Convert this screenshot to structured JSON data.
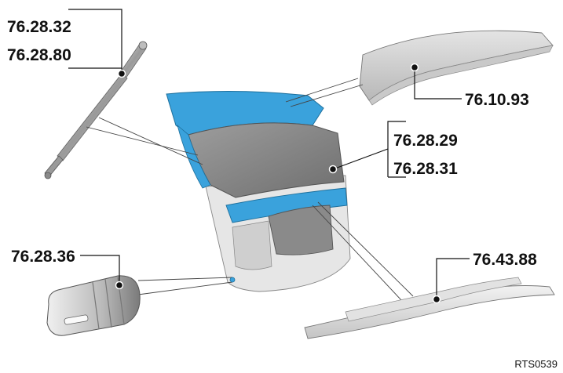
{
  "labels": {
    "strut_a": "76.28.32",
    "strut_b": "76.28.80",
    "spoiler": "76.10.93",
    "tailgate_a": "76.28.29",
    "tailgate_b": "76.28.31",
    "buffer": "76.28.36",
    "trim": "76.43.88"
  },
  "reference": "RTS0539",
  "colors": {
    "highlight": "#3aa2dc",
    "part_grey": "#8e8e8e",
    "light_grey": "#d6d6d6"
  }
}
